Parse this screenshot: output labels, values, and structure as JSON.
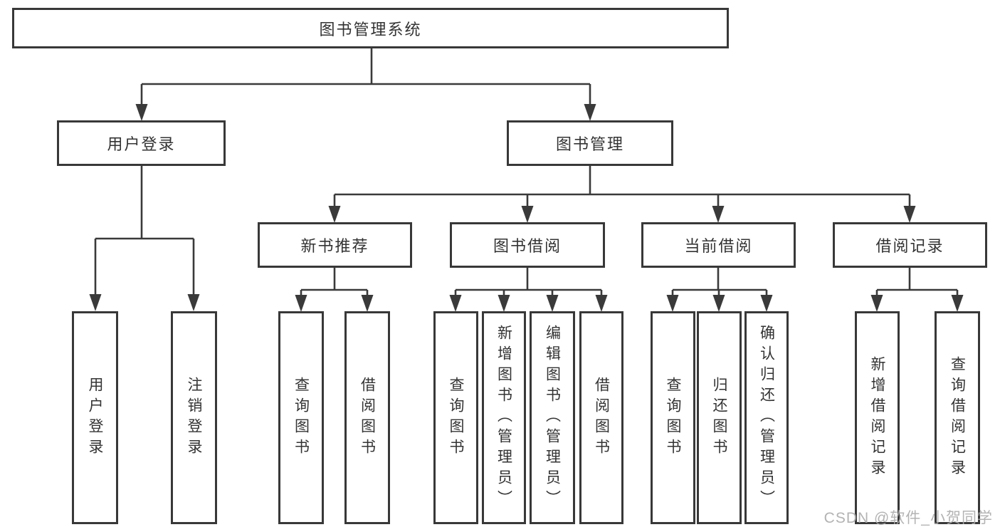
{
  "root": {
    "label": "图书管理系统"
  },
  "branches": [
    {
      "label": "用户登录",
      "children": [
        {
          "label": "用户登录"
        },
        {
          "label": "注销登录"
        }
      ]
    },
    {
      "label": "图书管理",
      "sections": [
        {
          "label": "新书推荐",
          "children": [
            {
              "label": "查询图书"
            },
            {
              "label": "借阅图书"
            }
          ]
        },
        {
          "label": "图书借阅",
          "children": [
            {
              "label": "查询图书"
            },
            {
              "label": "新增图书（管理员）"
            },
            {
              "label": "编辑图书（管理员）"
            },
            {
              "label": "借阅图书"
            }
          ]
        },
        {
          "label": "当前借阅",
          "children": [
            {
              "label": "查询图书"
            },
            {
              "label": "归还图书"
            },
            {
              "label": "确认归还（管理员）"
            }
          ]
        },
        {
          "label": "借阅记录",
          "children": [
            {
              "label": "新增借阅记录"
            },
            {
              "label": "查询借阅记录"
            }
          ]
        }
      ]
    }
  ],
  "watermark": "CSDN @软件_小贺同学",
  "colors": {
    "line": "#383838",
    "box_border": "#383838",
    "text": "#333333",
    "background": "#ffffff",
    "watermark": "#ababab"
  }
}
